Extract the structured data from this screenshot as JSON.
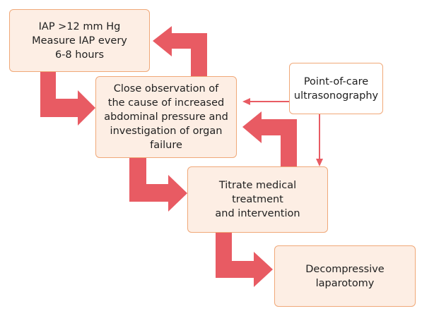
{
  "colors": {
    "arrow": "#e85b63",
    "box_fill": "#fdeee4",
    "box_border": "#f0a878",
    "text": "#1f1f1f"
  },
  "nodes": {
    "iap": "IAP >12 mm Hg\nMeasure IAP every\n6-8 hours",
    "observation": "Close observation of\nthe cause of increased\nabdominal pressure and\ninvestigation of organ\nfailure",
    "pocus": "Point-of-care\nultrasonography",
    "titrate": "Titrate medical treatment\nand intervention",
    "decompressive": "Decompressive laparotomy"
  }
}
